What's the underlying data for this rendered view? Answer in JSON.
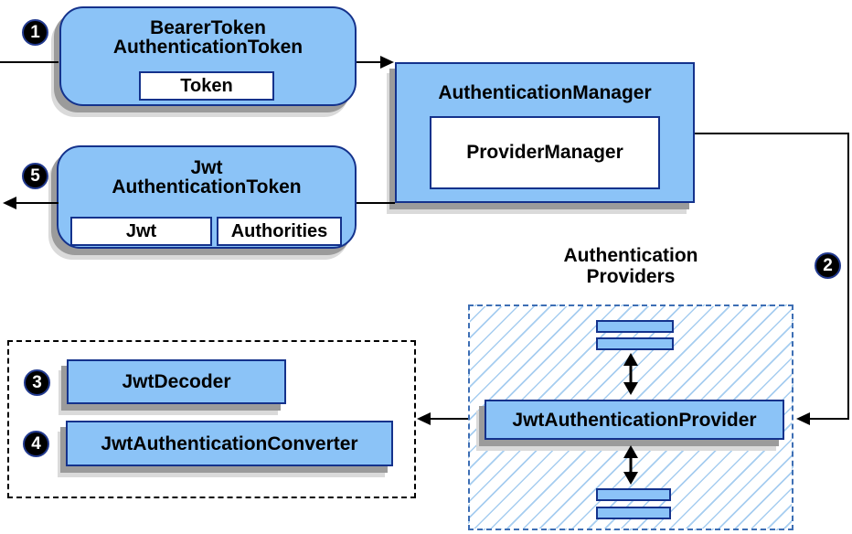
{
  "colors": {
    "node_fill": "#8bc3f7",
    "node_border": "#14328c",
    "hatch_line": "#a6cdf0",
    "dashed_blue": "#3d6eb4",
    "dashed_black": "#000000",
    "shadow1": "#9b9b9b",
    "shadow2": "#dadada",
    "arrow": "#000000",
    "text": "#000000"
  },
  "badges": {
    "step1": "1",
    "step2": "2",
    "step3": "3",
    "step4": "4",
    "step5": "5"
  },
  "nodes": {
    "bearer_token": {
      "title_line1": "BearerToken",
      "title_line2": "AuthenticationToken",
      "field_token": "Token"
    },
    "authentication_manager": {
      "title": "AuthenticationManager",
      "inner_box": "ProviderManager"
    },
    "jwt_authentication_token": {
      "title_line1": "Jwt",
      "title_line2": "AuthenticationToken",
      "field_jwt": "Jwt",
      "field_authorities": "Authorities"
    },
    "authentication_providers": {
      "label_line1": "Authentication",
      "label_line2": "Providers",
      "provider_box": "JwtAuthenticationProvider"
    },
    "jwt_decoder": {
      "label": "JwtDecoder"
    },
    "jwt_authentication_converter": {
      "label": "JwtAuthenticationConverter"
    }
  }
}
